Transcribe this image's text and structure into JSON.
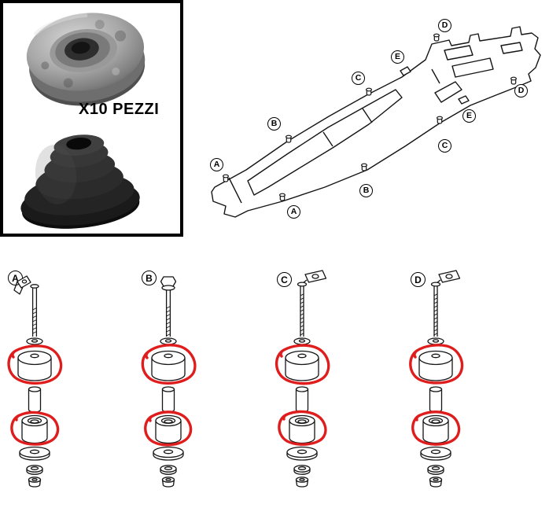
{
  "product_box": {
    "quantity_label": "X10 PEZZI"
  },
  "chassis": {
    "point_labels": [
      "D",
      "E",
      "C",
      "D",
      "B",
      "E",
      "C",
      "A",
      "B",
      "A"
    ]
  },
  "assemblies": [
    {
      "label": "A"
    },
    {
      "label": "B"
    },
    {
      "label": "C"
    },
    {
      "label": "D"
    }
  ],
  "colors": {
    "highlight_red": "#e01d1d",
    "line_color": "#000000"
  }
}
